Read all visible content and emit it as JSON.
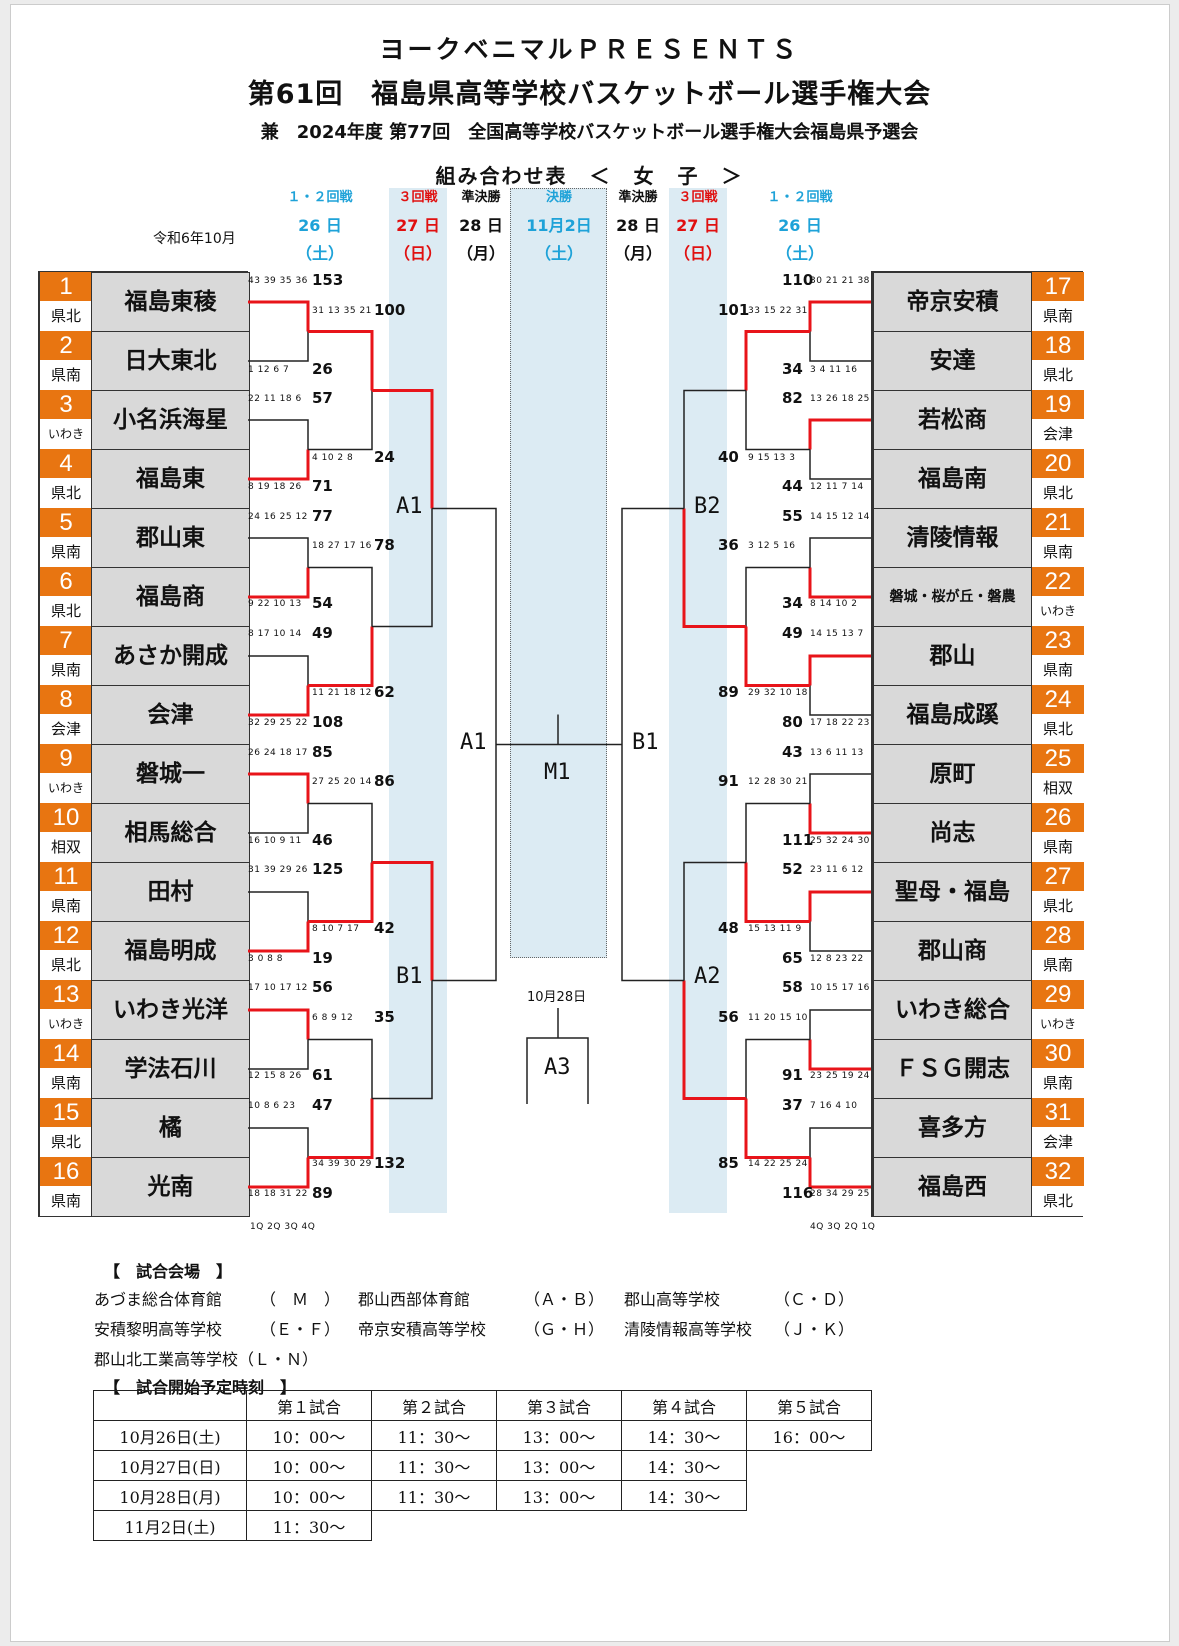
{
  "header": {
    "sponsor": "ヨークベニマルＰＲＥＳＥＮＴＳ",
    "title": "第61回　福島県高等学校バスケットボール選手権大会",
    "subtitle": "兼　2024年度 第77回　全国高等学校バスケットボール選手権大会福島県予選会",
    "section": "組み合わせ表　＜　女　子　＞",
    "era_date": "令和6年10月"
  },
  "rounds": {
    "r12_left": {
      "name": "１・２回戦",
      "day": "26 日",
      "wd": "（土）"
    },
    "r3_left": {
      "name": "３回戦",
      "day": "27 日",
      "wd": "（日）"
    },
    "sf_left": {
      "name": "準決勝",
      "day": "28 日",
      "wd": "（月）"
    },
    "final": {
      "name": "決勝",
      "day": "11月2日",
      "wd": "（土）"
    },
    "sf_right": {
      "name": "準決勝",
      "day": "28 日",
      "wd": "（月）"
    },
    "r3_right": {
      "name": "３回戦",
      "day": "27 日",
      "wd": "（日）"
    },
    "r12_right": {
      "name": "１・２回戦",
      "day": "26 日",
      "wd": "（土）"
    }
  },
  "teams_left": [
    {
      "no": "1",
      "name": "福島東稜",
      "region": "県北"
    },
    {
      "no": "2",
      "name": "日大東北",
      "region": "県南"
    },
    {
      "no": "3",
      "name": "小名浜海星",
      "region": "いわき"
    },
    {
      "no": "4",
      "name": "福島東",
      "region": "県北"
    },
    {
      "no": "5",
      "name": "郡山東",
      "region": "県南"
    },
    {
      "no": "6",
      "name": "福島商",
      "region": "県北"
    },
    {
      "no": "7",
      "name": "あさか開成",
      "region": "県南"
    },
    {
      "no": "8",
      "name": "会津",
      "region": "会津"
    },
    {
      "no": "9",
      "name": "磐城一",
      "region": "いわき"
    },
    {
      "no": "10",
      "name": "相馬総合",
      "region": "相双"
    },
    {
      "no": "11",
      "name": "田村",
      "region": "県南"
    },
    {
      "no": "12",
      "name": "福島明成",
      "region": "県北"
    },
    {
      "no": "13",
      "name": "いわき光洋",
      "region": "いわき"
    },
    {
      "no": "14",
      "name": "学法石川",
      "region": "県南"
    },
    {
      "no": "15",
      "name": "橘",
      "region": "県北"
    },
    {
      "no": "16",
      "name": "光南",
      "region": "県南"
    }
  ],
  "teams_right": [
    {
      "no": "17",
      "name": "帝京安積",
      "region": "県南"
    },
    {
      "no": "18",
      "name": "安達",
      "region": "県北"
    },
    {
      "no": "19",
      "name": "若松商",
      "region": "会津"
    },
    {
      "no": "20",
      "name": "福島南",
      "region": "県北"
    },
    {
      "no": "21",
      "name": "清陵情報",
      "region": "県南"
    },
    {
      "no": "22",
      "name": "磐城・桜が丘・磐農",
      "region": "いわき"
    },
    {
      "no": "23",
      "name": "郡山",
      "region": "県南"
    },
    {
      "no": "24",
      "name": "福島成蹊",
      "region": "県北"
    },
    {
      "no": "25",
      "name": "原町",
      "region": "相双"
    },
    {
      "no": "26",
      "name": "尚志",
      "region": "県南"
    },
    {
      "no": "27",
      "name": "聖母・福島",
      "region": "県北"
    },
    {
      "no": "28",
      "name": "郡山商",
      "region": "県南"
    },
    {
      "no": "29",
      "name": "いわき総合",
      "region": "いわき"
    },
    {
      "no": "30",
      "name": "ＦＳＧ開志",
      "region": "県南"
    },
    {
      "no": "31",
      "name": "喜多方",
      "region": "会津"
    },
    {
      "no": "32",
      "name": "福島西",
      "region": "県北"
    }
  ],
  "scores_left": [
    {
      "q": "43 39 35 36",
      "s": "153"
    },
    {
      "q": "31 13 35 21",
      "s": "100"
    },
    {
      "q": "1 12 6 7",
      "s": "26"
    },
    {
      "q": "22 11 18 6",
      "s": "57"
    },
    {
      "q": "4 10 2 8",
      "s": "24"
    },
    {
      "q": "8 19 18 26",
      "s": "71"
    },
    {
      "q": "24 16 25 12",
      "s": "77"
    },
    {
      "q": "18 27 17 16",
      "s": "78"
    },
    {
      "q": "9 22 10 13",
      "s": "54"
    },
    {
      "q": "8 17 10 14",
      "s": "49"
    },
    {
      "q": "11 21 18 12",
      "s": "62"
    },
    {
      "q": "32 29 25 22",
      "s": "108"
    },
    {
      "q": "26 24 18 17",
      "s": "85"
    },
    {
      "q": "27 25 20 14",
      "s": "86"
    },
    {
      "q": "16 10 9 11",
      "s": "46"
    },
    {
      "q": "31 39 29 26",
      "s": "125"
    },
    {
      "q": "8 10 7 17",
      "s": "42"
    },
    {
      "q": "3 0 8 8",
      "s": "19"
    },
    {
      "q": "17 10 17 12",
      "s": "56"
    },
    {
      "q": "6 8 9 12",
      "s": "35"
    },
    {
      "q": "12 15 8 26",
      "s": "61"
    },
    {
      "q": "10 8 6 23",
      "s": "47"
    },
    {
      "q": "34 39 30 29",
      "s": "132"
    },
    {
      "q": "18 18 31 22",
      "s": "89"
    }
  ],
  "scores_right": [
    {
      "q": "30 21 21 38",
      "s": "110"
    },
    {
      "q": "33 15 22 31",
      "s": "101"
    },
    {
      "q": "3 4 11 16",
      "s": "34"
    },
    {
      "q": "13 26 18 25",
      "s": "82"
    },
    {
      "q": "9 15 13 3",
      "s": "40"
    },
    {
      "q": "12 11 7 14",
      "s": "44"
    },
    {
      "q": "14 15 12 14",
      "s": "55"
    },
    {
      "q": "3 12 5 16",
      "s": "36"
    },
    {
      "q": "8 14 10 2",
      "s": "34"
    },
    {
      "q": "14 15 13 7",
      "s": "49"
    },
    {
      "q": "29 32 10 18",
      "s": "89"
    },
    {
      "q": "17 18 22 23",
      "s": "80"
    },
    {
      "q": "13 6 11 13",
      "s": "43"
    },
    {
      "q": "12 28 30 21",
      "s": "91"
    },
    {
      "q": "25 32 24 30",
      "s": "111"
    },
    {
      "q": "23 11 6 12",
      "s": "52"
    },
    {
      "q": "15 13 11 9",
      "s": "48"
    },
    {
      "q": "12 8 23 22",
      "s": "65"
    },
    {
      "q": "10 15 17 16",
      "s": "58"
    },
    {
      "q": "11 20 15 10",
      "s": "56"
    },
    {
      "q": "23 25 19 24",
      "s": "91"
    },
    {
      "q": "7 16 4 10",
      "s": "37"
    },
    {
      "q": "14 22 25 24",
      "s": "85"
    },
    {
      "q": "28 34 29 25",
      "s": "116"
    }
  ],
  "quarter_legend_left": "1Q 2Q 3Q 4Q",
  "quarter_legend_right": "4Q 3Q 2Q 1Q",
  "match_labels": {
    "a1_left": "A1",
    "b1_left": "B1",
    "a1_center": "A1",
    "b2_right": "B2",
    "b1_center": "B1",
    "a2_right": "A2",
    "m1": "M1",
    "a3": "A3",
    "third_date": "10月28日"
  },
  "venues": {
    "heading": "【　試合会場　】",
    "items": [
      {
        "name": "あづま総合体育館",
        "code": "（　Ｍ　）"
      },
      {
        "name": "郡山西部体育館",
        "code": "（Ａ・Ｂ）"
      },
      {
        "name": "郡山高等学校",
        "code": "（Ｃ・Ｄ）"
      },
      {
        "name": "安積黎明高等学校",
        "code": "（Ｅ・Ｆ）"
      },
      {
        "name": "帝京安積高等学校",
        "code": "（Ｇ・Ｈ）"
      },
      {
        "name": "清陵情報高等学校",
        "code": "（Ｊ・Ｋ）"
      },
      {
        "name": "郡山北工業高等学校",
        "code": "（Ｌ・Ｎ）"
      }
    ]
  },
  "schedule": {
    "heading": "【　試合開始予定時刻　】",
    "columns": [
      "第１試合",
      "第２試合",
      "第３試合",
      "第４試合",
      "第５試合"
    ],
    "rows": [
      {
        "date": "10月26日(土)",
        "times": [
          "10：00～",
          "11：30～",
          "13：00～",
          "14：30～",
          "16：00～"
        ]
      },
      {
        "date": "10月27日(日)",
        "times": [
          "10：00～",
          "11：30～",
          "13：00～",
          "14：30～"
        ]
      },
      {
        "date": "10月28日(月)",
        "times": [
          "10：00～",
          "11：30～",
          "13：00～",
          "14：30～"
        ]
      },
      {
        "date": "11月2日(土)",
        "times": [
          "11：30～"
        ]
      }
    ]
  },
  "colors": {
    "accent": "#e87511",
    "winner_line": "#e8141a",
    "band": "#dcebf3",
    "round_blue": "#1ea2d8",
    "round_red": "#e01010"
  }
}
